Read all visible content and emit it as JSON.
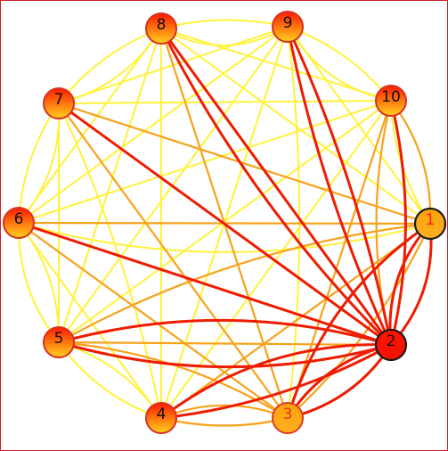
{
  "graph": {
    "nodes": [
      {
        "id": "1",
        "label": "1",
        "fill": "orange",
        "stroke": "#1a1a1a",
        "text": "#ff2000"
      },
      {
        "id": "2",
        "label": "2",
        "fill": "red",
        "stroke": "#1a1a1a",
        "text": "#111111"
      },
      {
        "id": "3",
        "label": "3",
        "fill": "orange",
        "stroke": "#e03a20",
        "text": "#e03a20"
      },
      {
        "id": "4",
        "label": "4",
        "fill": "warm",
        "stroke": "#d83020",
        "text": "#111111"
      },
      {
        "id": "5",
        "label": "5",
        "fill": "warm",
        "stroke": "#d83020",
        "text": "#111111"
      },
      {
        "id": "6",
        "label": "6",
        "fill": "warm",
        "stroke": "#d83020",
        "text": "#111111"
      },
      {
        "id": "7",
        "label": "7",
        "fill": "warm",
        "stroke": "#d83020",
        "text": "#111111"
      },
      {
        "id": "8",
        "label": "8",
        "fill": "warm",
        "stroke": "#d83020",
        "text": "#111111"
      },
      {
        "id": "9",
        "label": "9",
        "fill": "warm",
        "stroke": "#d83020",
        "text": "#111111"
      },
      {
        "id": "10",
        "label": "10",
        "fill": "warm",
        "stroke": "#d83020",
        "text": "#111111"
      }
    ],
    "edges": [
      {
        "from": "1",
        "to": "2",
        "w": "red",
        "curve": 22
      },
      {
        "from": "1",
        "to": "2",
        "w": "red",
        "curve": -22
      },
      {
        "from": "1",
        "to": "3",
        "w": "red",
        "curve": 18
      },
      {
        "from": "1",
        "to": "3",
        "w": "orange",
        "curve": -10
      },
      {
        "from": "1",
        "to": "4",
        "w": "orange",
        "curve": 0
      },
      {
        "from": "1",
        "to": "5",
        "w": "orange",
        "curve": 10
      },
      {
        "from": "1",
        "to": "6",
        "w": "orange",
        "curve": 0
      },
      {
        "from": "1",
        "to": "6",
        "w": "yellow",
        "curve": -14
      },
      {
        "from": "1",
        "to": "7",
        "w": "orange",
        "curve": 0
      },
      {
        "from": "1",
        "to": "8",
        "w": "yellow",
        "curve": 0
      },
      {
        "from": "1",
        "to": "9",
        "w": "yellow",
        "curve": 0
      },
      {
        "from": "1",
        "to": "10",
        "w": "orange",
        "curve": 18
      },
      {
        "from": "1",
        "to": "10",
        "w": "yellow",
        "curve": -14
      },
      {
        "from": "2",
        "to": "3",
        "w": "red",
        "curve": 20
      },
      {
        "from": "2",
        "to": "3",
        "w": "red",
        "curve": -20
      },
      {
        "from": "2",
        "to": "4",
        "w": "red",
        "curve": 18
      },
      {
        "from": "2",
        "to": "4",
        "w": "red",
        "curve": -10
      },
      {
        "from": "2",
        "to": "5",
        "w": "red",
        "curve": 14
      },
      {
        "from": "2",
        "to": "5",
        "w": "red",
        "curve": -14
      },
      {
        "from": "2",
        "to": "5",
        "w": "orange",
        "curve": 0
      },
      {
        "from": "2",
        "to": "6",
        "w": "red",
        "curve": 0
      },
      {
        "from": "2",
        "to": "7",
        "w": "red",
        "curve": 0
      },
      {
        "from": "2",
        "to": "8",
        "w": "red",
        "curve": 0
      },
      {
        "from": "2",
        "to": "8",
        "w": "red",
        "curve": -8
      },
      {
        "from": "2",
        "to": "9",
        "w": "red",
        "curve": 6
      },
      {
        "from": "2",
        "to": "9",
        "w": "red",
        "curve": -6
      },
      {
        "from": "2",
        "to": "10",
        "w": "red",
        "curve": 12
      },
      {
        "from": "2",
        "to": "10",
        "w": "orange",
        "curve": -12
      },
      {
        "from": "3",
        "to": "4",
        "w": "orange",
        "curve": 20
      },
      {
        "from": "3",
        "to": "4",
        "w": "orange",
        "curve": -12
      },
      {
        "from": "3",
        "to": "5",
        "w": "orange",
        "curve": 12
      },
      {
        "from": "3",
        "to": "6",
        "w": "orange",
        "curve": 0
      },
      {
        "from": "3",
        "to": "7",
        "w": "orange",
        "curve": 0
      },
      {
        "from": "3",
        "to": "8",
        "w": "orange",
        "curve": 0
      },
      {
        "from": "3",
        "to": "9",
        "w": "yellow",
        "curve": 6
      },
      {
        "from": "3",
        "to": "10",
        "w": "orange",
        "curve": 0
      },
      {
        "from": "4",
        "to": "5",
        "w": "yellow",
        "curve": 18
      },
      {
        "from": "4",
        "to": "5",
        "w": "yellow",
        "curve": -16
      },
      {
        "from": "4",
        "to": "6",
        "w": "yellow",
        "curve": 0
      },
      {
        "from": "4",
        "to": "7",
        "w": "yellow",
        "curve": 6
      },
      {
        "from": "4",
        "to": "8",
        "w": "yellow",
        "curve": 0
      },
      {
        "from": "4",
        "to": "9",
        "w": "yellow",
        "curve": 0
      },
      {
        "from": "4",
        "to": "10",
        "w": "yellow",
        "curve": 0
      },
      {
        "from": "5",
        "to": "6",
        "w": "yellow",
        "curve": 18
      },
      {
        "from": "5",
        "to": "6",
        "w": "yellow",
        "curve": -18
      },
      {
        "from": "5",
        "to": "7",
        "w": "yellow",
        "curve": 0
      },
      {
        "from": "5",
        "to": "8",
        "w": "yellow",
        "curve": 0
      },
      {
        "from": "5",
        "to": "9",
        "w": "yellow",
        "curve": 0
      },
      {
        "from": "5",
        "to": "10",
        "w": "yellow",
        "curve": 0
      },
      {
        "from": "6",
        "to": "7",
        "w": "yellow",
        "curve": 20
      },
      {
        "from": "6",
        "to": "7",
        "w": "yellow",
        "curve": -14
      },
      {
        "from": "6",
        "to": "8",
        "w": "yellow",
        "curve": 0
      },
      {
        "from": "6",
        "to": "9",
        "w": "yellow",
        "curve": 0
      },
      {
        "from": "6",
        "to": "10",
        "w": "yellow",
        "curve": 0
      },
      {
        "from": "7",
        "to": "8",
        "w": "yellow",
        "curve": 20
      },
      {
        "from": "7",
        "to": "8",
        "w": "yellow",
        "curve": -14
      },
      {
        "from": "7",
        "to": "9",
        "w": "yellow",
        "curve": 0
      },
      {
        "from": "7",
        "to": "10",
        "w": "yellow",
        "curve": 0
      },
      {
        "from": "8",
        "to": "9",
        "w": "yellow",
        "curve": 28
      },
      {
        "from": "8",
        "to": "9",
        "w": "yellow",
        "curve": -12
      },
      {
        "from": "8",
        "to": "10",
        "w": "yellow",
        "curve": 0
      },
      {
        "from": "9",
        "to": "10",
        "w": "yellow",
        "curve": 22
      },
      {
        "from": "9",
        "to": "10",
        "w": "yellow",
        "curve": -14
      }
    ]
  },
  "colors": {
    "frame": "#c8202a",
    "edge_red": "#ee1c00",
    "edge_orange": "#f7a21b",
    "edge_yellow": "#fff23a"
  }
}
